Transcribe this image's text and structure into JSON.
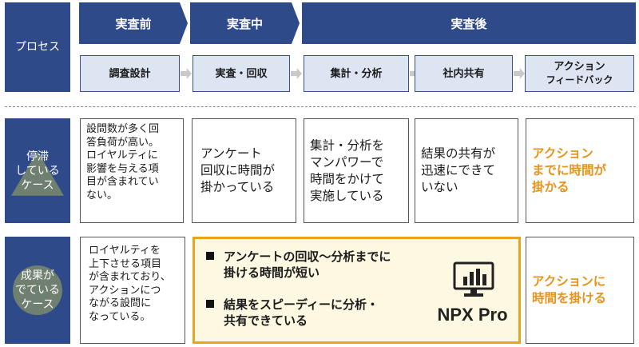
{
  "rows": {
    "process": "プロセス",
    "stagnant": [
      "停滞",
      "している",
      "ケース"
    ],
    "success": [
      "成果が",
      "でている",
      "ケース"
    ]
  },
  "phases": [
    "実査前",
    "実査中",
    "実査後"
  ],
  "steps": [
    {
      "label": "調査設計"
    },
    {
      "label": "実査・回収"
    },
    {
      "label": "集計・分析"
    },
    {
      "label": "社内共有"
    },
    {
      "label": "アクション",
      "sub": "フィードバック"
    }
  ],
  "stagnant_cells": [
    [
      "設問数が多く回",
      "答負荷が高い。",
      "ロイヤルティに",
      "影響を与える項",
      "目が含まれてい",
      "ない。"
    ],
    [
      "アンケート",
      "回収に時間が",
      "掛かっている"
    ],
    [
      "集計・分析を",
      "マンパワーで",
      "時間をかけて",
      "実施している"
    ],
    [
      "結果の共有が",
      "迅速にできて",
      "いない"
    ],
    [
      "アクション",
      "までに時間が",
      "掛かる"
    ]
  ],
  "success_cells": {
    "first": [
      "ロイヤルティを",
      "上下させる項目",
      "が含まれており、",
      "アクションにつ",
      "ながる設問に",
      "なっている。"
    ],
    "bullets": [
      [
        "アンケートの回収～分析までに",
        "掛ける時間が短い"
      ],
      [
        "結果をスピーディーに分析・",
        "共有できている"
      ]
    ],
    "product": "NPX Pro",
    "product_icon": "monitor-chart-icon",
    "last": [
      "アクションに",
      "時間を掛ける"
    ]
  },
  "colors": {
    "navy": "#2f4a88",
    "step_fill": "#dde5f3",
    "orange": "#e8931a",
    "highlight_fill": "#fdf8e2"
  }
}
